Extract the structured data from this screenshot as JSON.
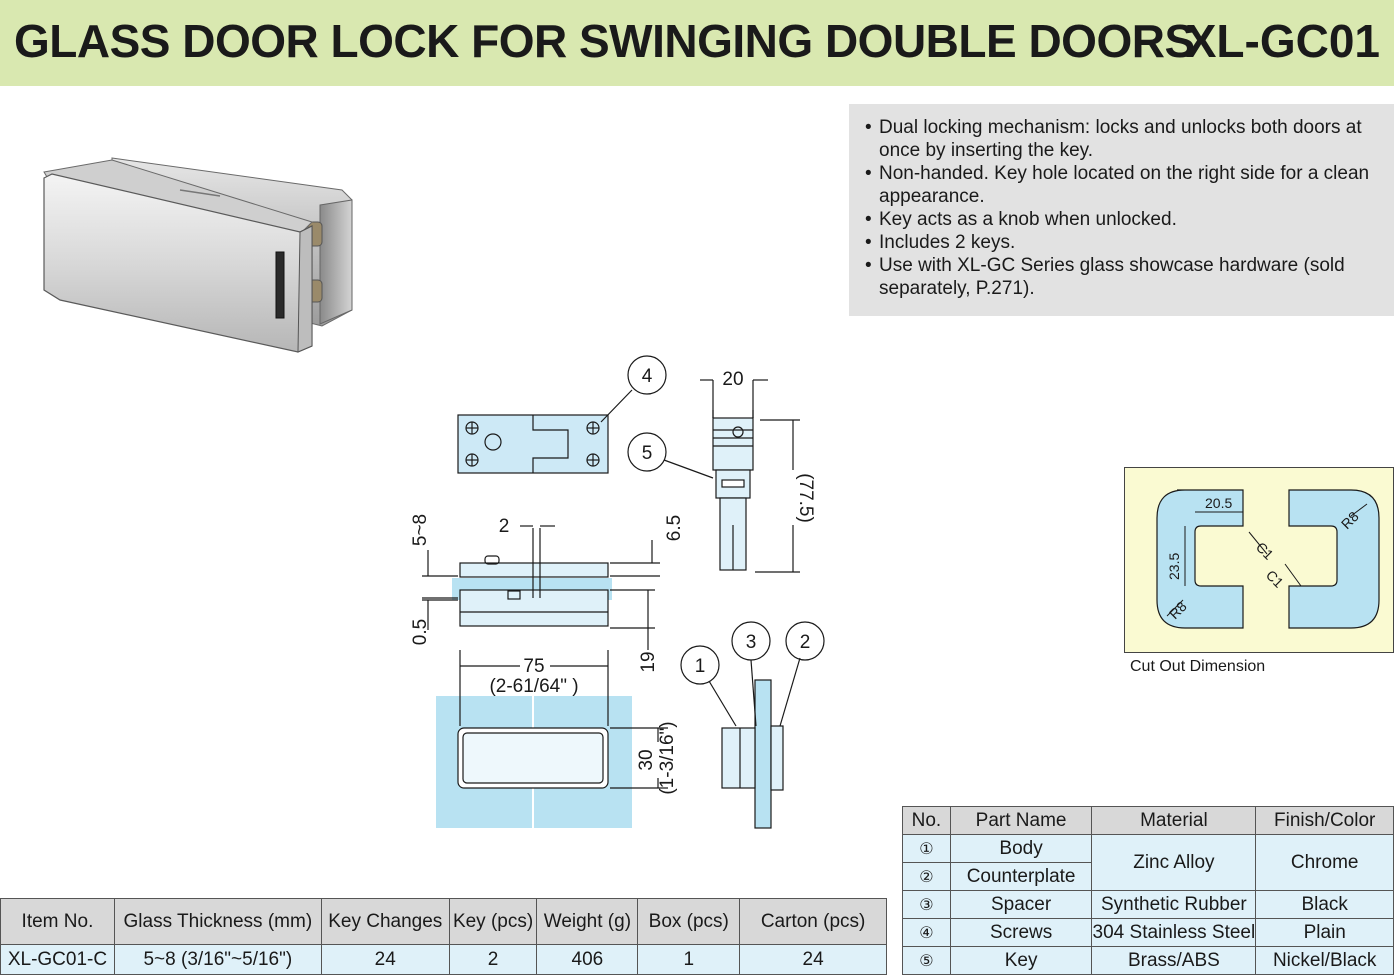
{
  "header": {
    "title": "GLASS DOOR LOCK FOR SWINGING DOUBLE DOORS",
    "model": "XL-GC01"
  },
  "features": [
    "Dual locking mechanism: locks and unlocks both doors at once by inserting the key.",
    "Non-handed.  Key hole located on the right side for a clean appearance.",
    "Key acts as a knob when unlocked.",
    "Includes 2 keys.",
    "Use with XL-GC Series glass showcase hardware (sold separately, P.271)."
  ],
  "drawing": {
    "callouts": [
      "1",
      "2",
      "3",
      "4",
      "5"
    ],
    "dims": {
      "key_width": "20",
      "key_length": "(77.5)",
      "thickness": "5~8",
      "gap": "2",
      "top": "6.5",
      "spacer": "0.5",
      "depth": "19",
      "length": "75",
      "length_in": "(2-61/64\" )",
      "height": "30",
      "height_in": "(1-3/16\")"
    }
  },
  "cutout": {
    "caption": "Cut Out Dimension",
    "dims": {
      "width": "20.5",
      "height": "23.5",
      "radius_a": "R8",
      "radius_b": "R8",
      "chamfer_a": "C1",
      "chamfer_b": "C1"
    }
  },
  "spec_table": {
    "headers": [
      "Item No.",
      "Glass Thickness (mm)",
      "Key Changes",
      "Key (pcs)",
      "Weight (g)",
      "Box (pcs)",
      "Carton (pcs)"
    ],
    "row": [
      "XL-GC01-C",
      "5~8 (3/16\"~5/16\")",
      "24",
      "2",
      "406",
      "1",
      "24"
    ]
  },
  "parts_table": {
    "headers": [
      "No.",
      "Part Name",
      "Material",
      "Finish/Color"
    ],
    "rows": [
      {
        "no": "①",
        "name": "Body",
        "material": "Zinc Alloy",
        "finish": "Chrome"
      },
      {
        "no": "②",
        "name": "Counterplate"
      },
      {
        "no": "③",
        "name": "Spacer",
        "material": "Synthetic Rubber",
        "finish": "Black"
      },
      {
        "no": "④",
        "name": "Screws",
        "material": "304 Stainless Steel",
        "finish": "Plain"
      },
      {
        "no": "⑤",
        "name": "Key",
        "material": "Brass/ABS",
        "finish": "Nickel/Black"
      }
    ]
  },
  "colors": {
    "header_bg": "#d9e8b0",
    "glass": "#b8e2f2",
    "cutout_bg": "#fafad2",
    "table_cell": "#dff1f9",
    "table_header": "#d8d8d8"
  }
}
